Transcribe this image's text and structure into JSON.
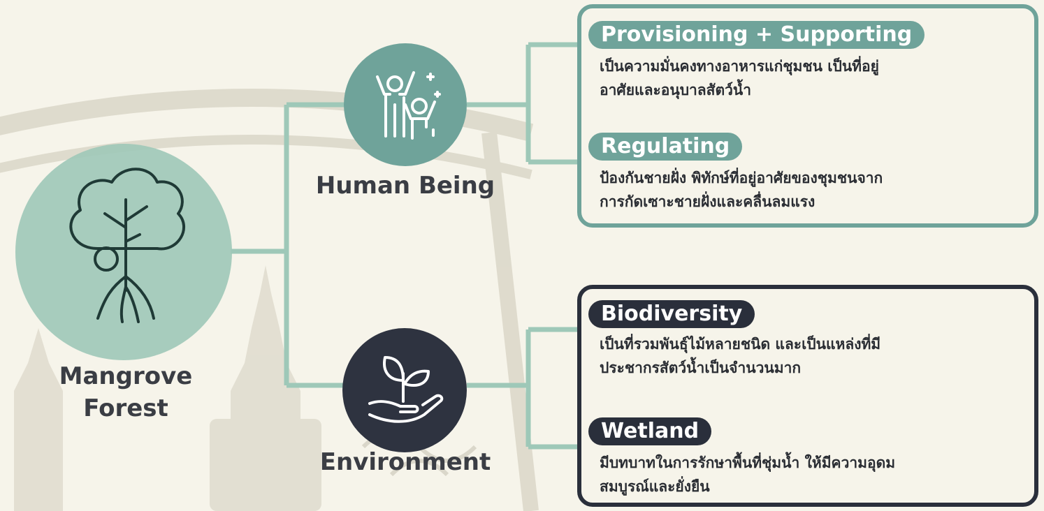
{
  "colors": {
    "background": "#f6f4ea",
    "teal": "#6fa39a",
    "light_teal": "#9ec8b8",
    "dark": "#2a2f3b",
    "connector": "#9ec8b8",
    "text": "#3a3d44"
  },
  "root": {
    "label": "Mangrove\nForest",
    "icon": "mangrove-tree-icon"
  },
  "branches": [
    {
      "label": "Human Being",
      "icon": "people-cheering-icon",
      "items": [
        {
          "title": "Provisioning + Supporting",
          "description": "เป็นความมั่นคงทางอาหารแก่ชุมชน เป็นที่อยู่\nอาศัยและอนุบาลสัตว์น้ำ"
        },
        {
          "title": "Regulating",
          "description": "ป้องกันชายฝั่ง พิทักษ์ที่อยู่อาศัยของชุมชนจาก\nการกัดเซาะชายฝั่งและคลื่นลมแรง"
        }
      ]
    },
    {
      "label": "Environment",
      "icon": "hand-holding-sprout-icon",
      "items": [
        {
          "title": "Biodiversity",
          "description": "เป็นที่รวมพันธุ์ไม้หลายชนิด และเป็นแหล่งที่มี\nประชากรสัตว์น้ำเป็นจำนวนมาก"
        },
        {
          "title": "Wetland",
          "description": "มีบทบาทในการรักษาพื้นที่ชุ่มน้ำ ให้มีความอุดม\nสมบูรณ์และยั่งยืน"
        }
      ]
    }
  ]
}
